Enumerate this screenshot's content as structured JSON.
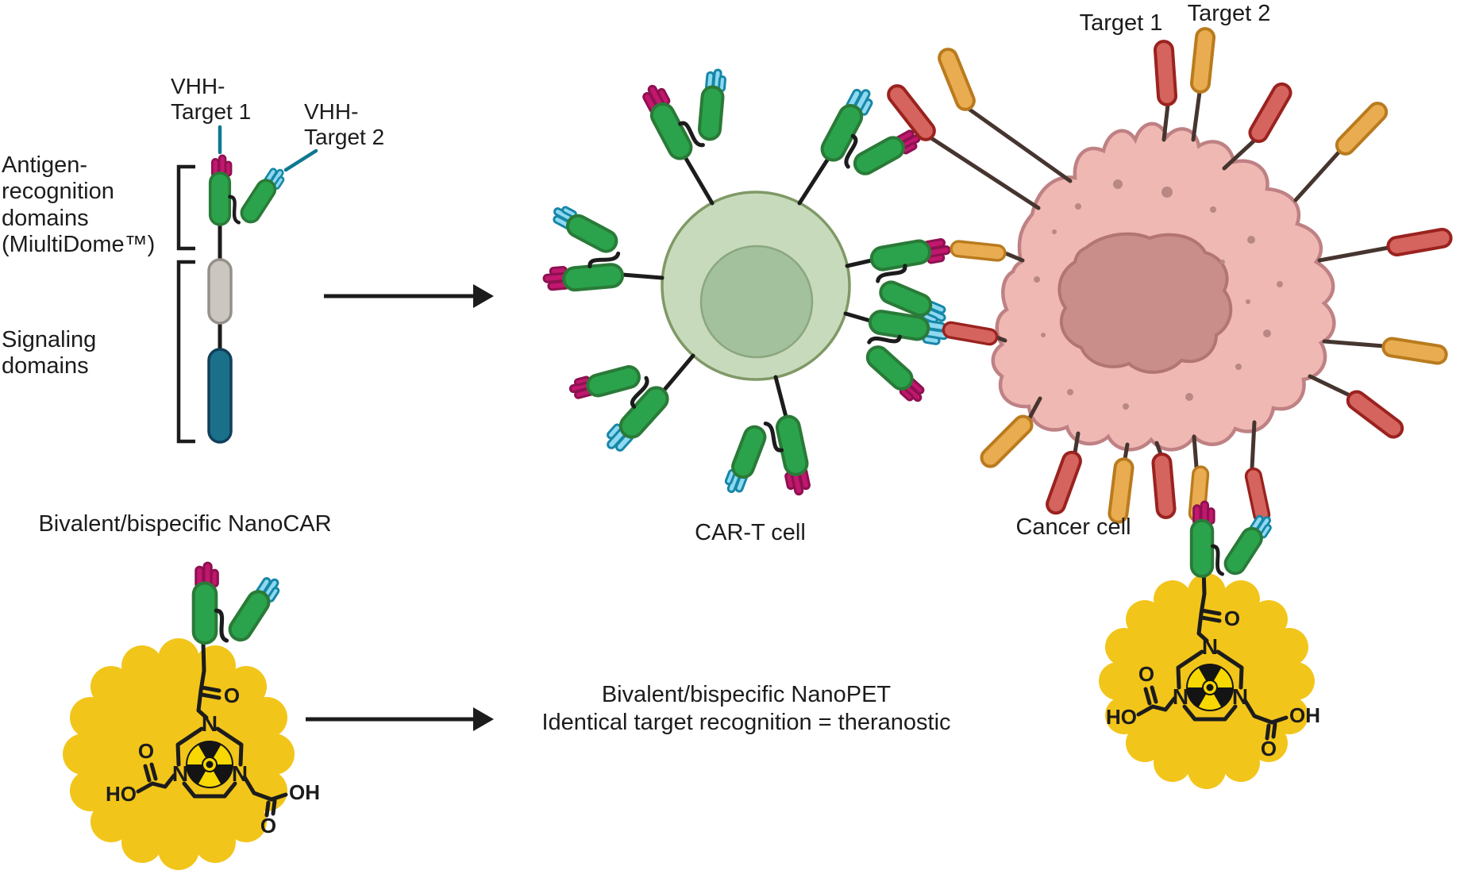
{
  "labels": {
    "vhh_target1_line1": "VHH-",
    "vhh_target1_line2": "Target 1",
    "vhh_target2_line1": "VHH-",
    "vhh_target2_line2": "Target 2",
    "antigen_domains_line1": "Antigen-",
    "antigen_domains_line2": "recognition",
    "antigen_domains_line3": "domains",
    "antigen_domains_line4": "(MiultiDome™)",
    "signaling_domains_line1": "Signaling",
    "signaling_domains_line2": "domains",
    "nanocar_caption": "Bivalent/bispecific NanoCAR",
    "cart_cell": "CAR-T cell",
    "cancer_cell": "Cancer cell",
    "target1": "Target 1",
    "target2": "Target 2",
    "nanopet_line1": "Bivalent/bispecific NanoPET",
    "nanopet_line2": "Identical target recognition = theranostic"
  },
  "chemistry": {
    "nitrogen": "N",
    "oxygen": "O",
    "ho_group": "HO",
    "oh_group": "OH"
  },
  "icons": {
    "radioactivity": "radioactivity-trefoil",
    "arrow": "right-arrow"
  },
  "colors": {
    "ink": "#1c1c1c",
    "green": "#2aa34c",
    "green_dk": "#2a7a38",
    "magenta": "#c2176e",
    "magenta_dk": "#8d1150",
    "blue": "#8ed9f2",
    "blue_dk": "#1787a6",
    "teal_line": "#10788f",
    "red": "#d5635e",
    "red_dk": "#9a221f",
    "orange": "#eaac50",
    "orange_dk": "#b97b1e",
    "cart_body": "#c8dabc",
    "cart_edge": "#7f9966",
    "cart_nuc": "#a4c19e",
    "cart_nuc_edge": "#8aa77f",
    "cancer_body": "#efb8b3",
    "cancer_edge": "#bf8184",
    "cancer_nuc": "#c98e8a",
    "cancer_nuc_edge": "#b27571",
    "dot": "#b98884",
    "grey": "#ccc6c1",
    "grey_dk": "#96908b",
    "sig": "#1b7089",
    "sig_dk": "#113f5b",
    "yellow": "#f2c51a",
    "yellow_bright": "#f7d800",
    "stalk": "#46352f"
  }
}
